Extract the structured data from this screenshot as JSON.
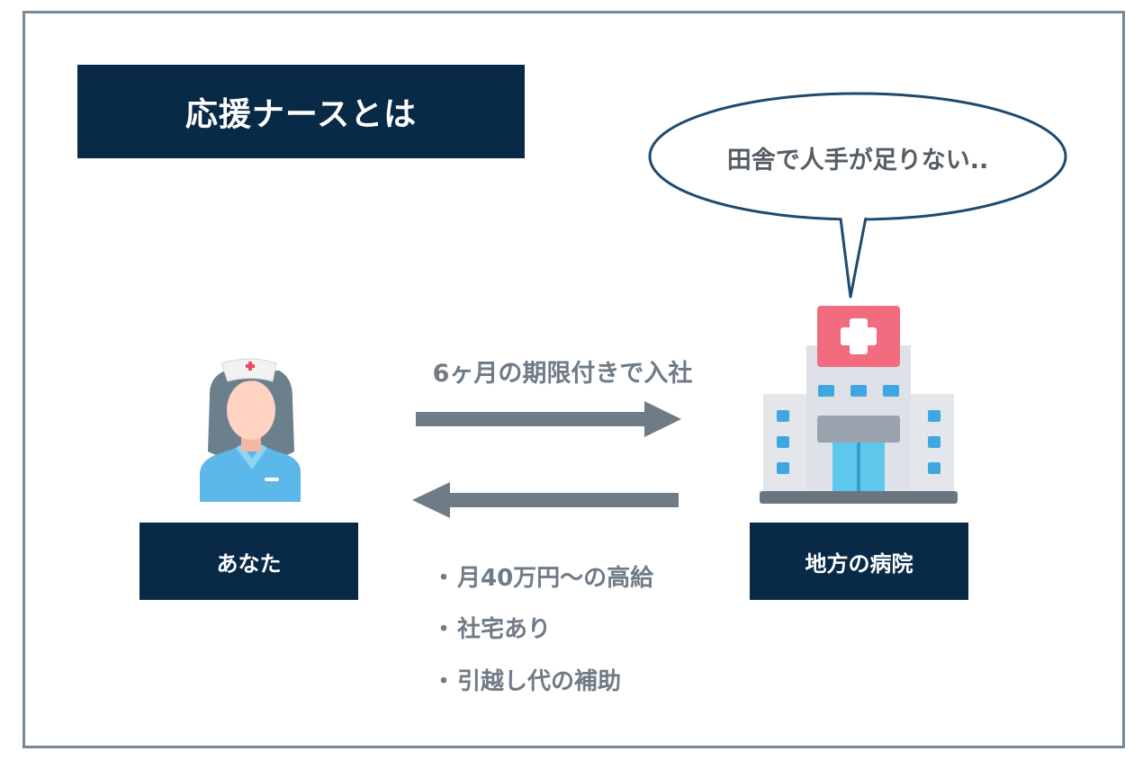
{
  "title": "応援ナースとは",
  "speech_bubble": "田舎で人手が足りない..",
  "arrow_label": "6ヶ月の期限付きで入社",
  "you_label": "あなた",
  "hospital_label": "地方の病院",
  "benefits": [
    {
      "bullet": "・",
      "text": "月40万円〜の高給"
    },
    {
      "bullet": "・",
      "text": "社宅あり"
    },
    {
      "bullet": "・",
      "text": "引越し代の補助"
    }
  ],
  "colors": {
    "navy": "#082a47",
    "arrow": "#6f7b86",
    "frame": "#7a8896",
    "bubble_stroke": "#1e4a6e"
  },
  "icons": [
    "nurse-icon",
    "hospital-icon"
  ]
}
